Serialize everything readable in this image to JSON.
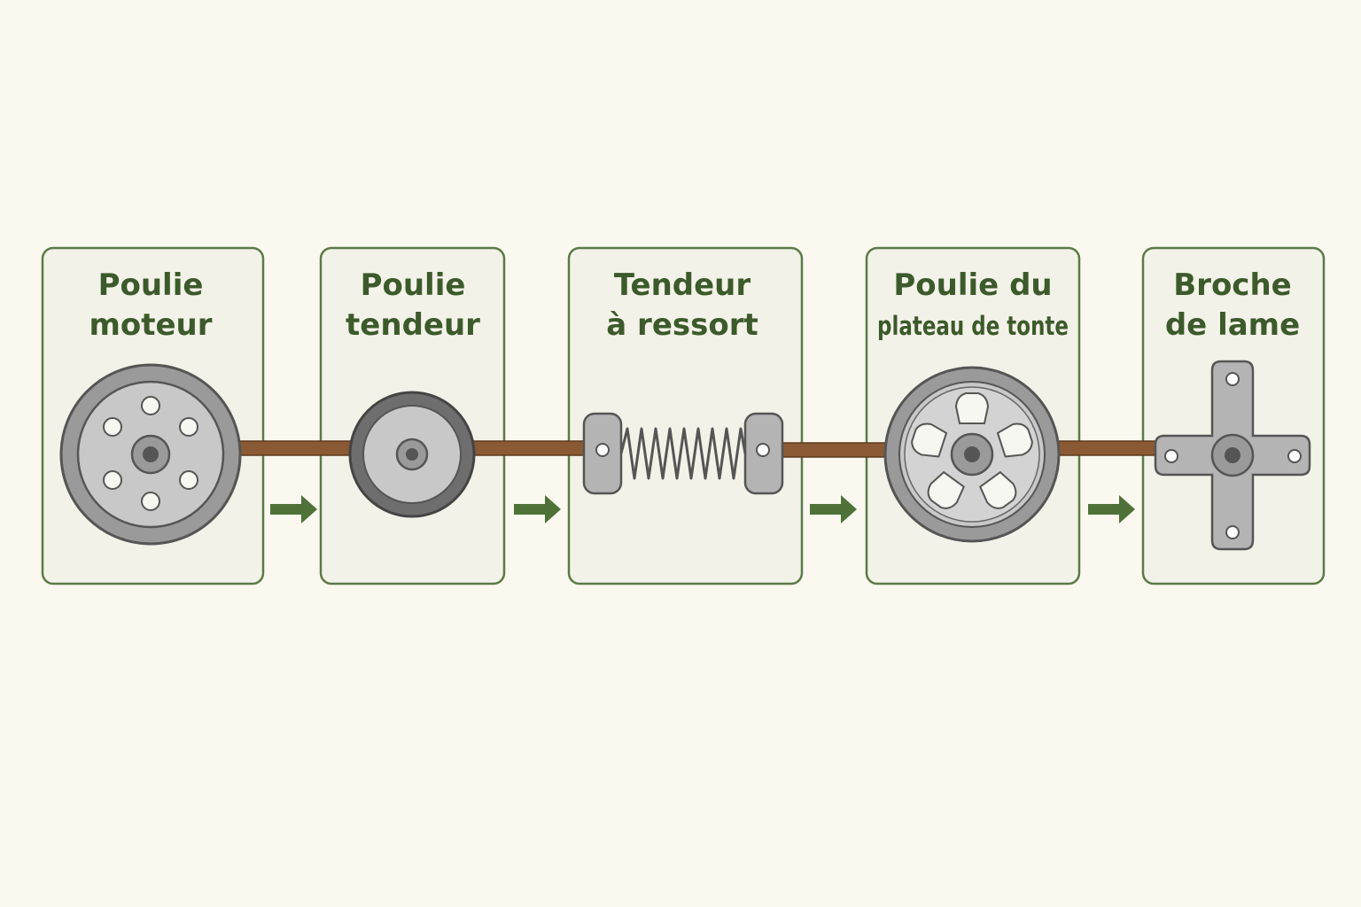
{
  "colors": {
    "background": "#fbf8ef",
    "box_fill": "#f3f2e8",
    "box_border": "#5b7a47",
    "title_text": "#3c5a2b",
    "arrow": "#4e7238",
    "belt": "#8a5a34",
    "metal_dark": "#555555",
    "metal_mid": "#9a9a9a",
    "metal_light": "#c8c8c8"
  },
  "stages": [
    {
      "title_line1": "Poulie",
      "title_line2": "moteur",
      "icon": "motor-pulley-icon"
    },
    {
      "title_line1": "Poulie",
      "title_line2": "tendeur",
      "icon": "idler-pulley-icon"
    },
    {
      "title_line1": "Tendeur",
      "title_line2": "à ressort",
      "icon": "spring-tensioner-icon"
    },
    {
      "title_line1": "Poulie du",
      "title_line2": "plateau de tonte",
      "icon": "deck-pulley-icon"
    },
    {
      "title_line1": "Broche",
      "title_line2": "de lame",
      "icon": "blade-spindle-icon"
    }
  ],
  "arrows": [
    "arrow-icon",
    "arrow-icon",
    "arrow-icon",
    "arrow-icon"
  ]
}
